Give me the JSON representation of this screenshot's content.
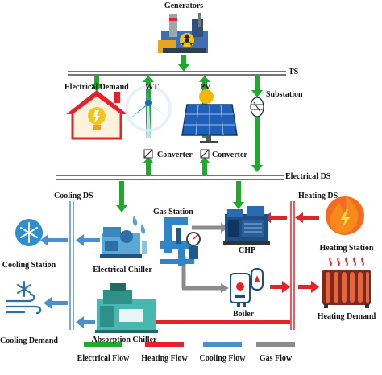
{
  "labels": {
    "generators": "Generators",
    "ts": "TS",
    "electrical_demand": "Electrical  Demand",
    "wt": "WT",
    "pv": "PV",
    "substation": "Substation",
    "converter_wt": "Converter",
    "converter_pv": "Converter",
    "electrical_ds": "Electrical DS",
    "cooling_ds": "Cooling DS",
    "heating_ds": "Heating DS",
    "gas_station": "Gas Station",
    "chp": "CHP",
    "heating_station": "Heating Station",
    "cooling_station": "Cooling Station",
    "electrical_chiller": "Electrical Chiller",
    "boiler": "Boiler",
    "heating_demand": "Heating Demand",
    "cooling_demand": "Cooling Demand",
    "absorption_chiller": "Absorption Chiller"
  },
  "legend": [
    {
      "label": "Electrical Flow",
      "color": "#1faa2e"
    },
    {
      "label": "Heating Flow",
      "color": "#e8202a"
    },
    {
      "label": "Cooling Flow",
      "color": "#4a8fd0"
    },
    {
      "label": "Gas Flow",
      "color": "#8c8c8c"
    }
  ],
  "colors": {
    "electrical": "#1faa2e",
    "heating": "#e8202a",
    "cooling": "#4a8fd0",
    "gas": "#8c8c8c",
    "bus": "#222222"
  },
  "icons": [
    "power-plant-icon",
    "house-lightbulb-icon",
    "wind-turbine-icon",
    "solar-panel-icon",
    "substation-icon",
    "converter-icon",
    "gas-station-pipes-icon",
    "chp-engine-icon",
    "flame-icon",
    "snowflake-icon",
    "electrical-chiller-icon",
    "boiler-icon",
    "radiator-icon",
    "cooling-demand-icon",
    "absorption-chiller-icon"
  ]
}
